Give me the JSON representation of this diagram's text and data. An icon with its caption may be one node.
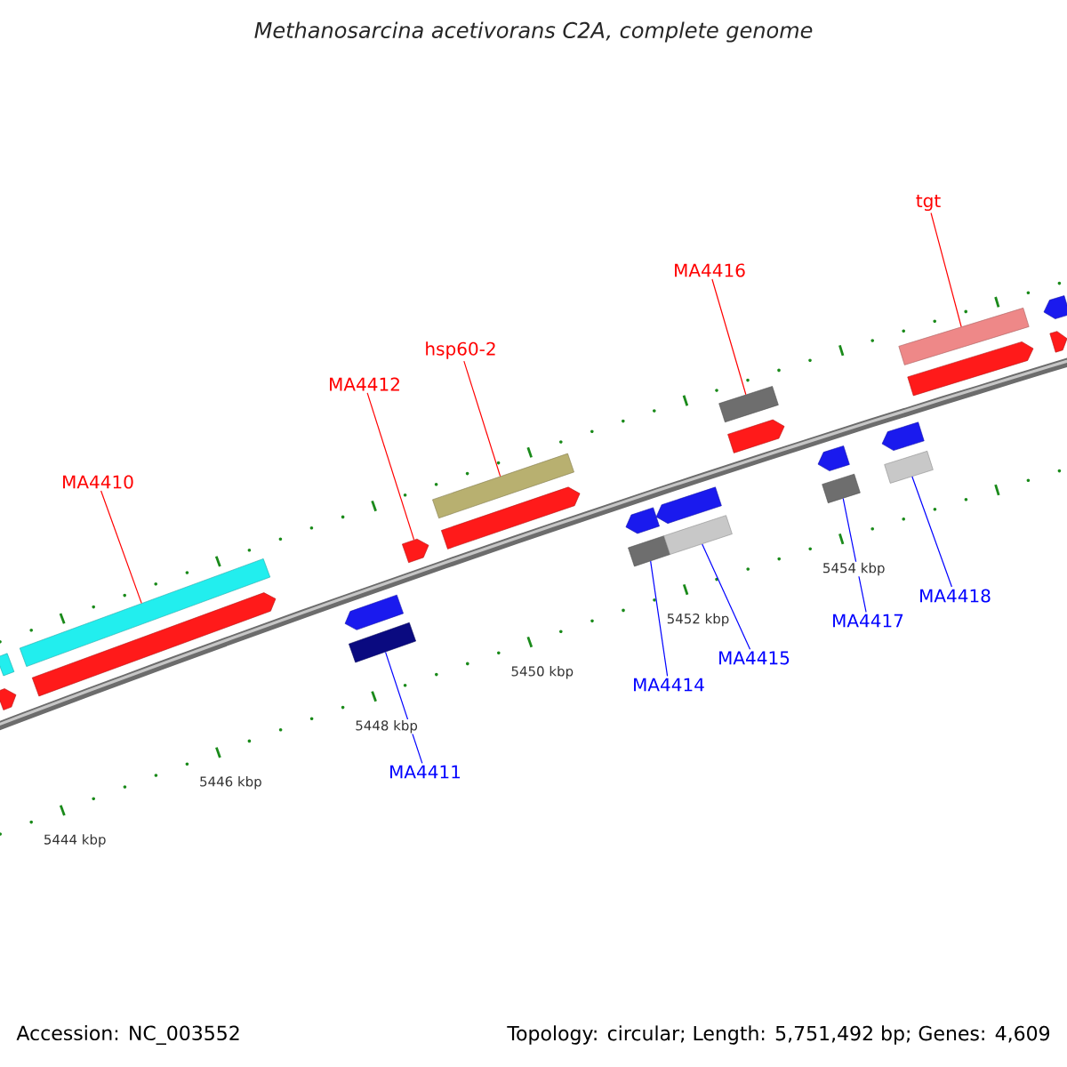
{
  "diagram": {
    "title": "Methanosarcina acetivorans C2A, complete genome",
    "nodes": [
      {
        "text": [
          "MA4410"
        ]
      },
      {
        "text": [
          "MA4412"
        ]
      },
      {
        "text": [
          "hsp60-2"
        ]
      },
      {
        "text": [
          "MA4416"
        ]
      },
      {
        "text": [
          "tgt"
        ]
      },
      {
        "text": [
          "MA4411"
        ]
      },
      {
        "text": [
          "MA4414"
        ]
      },
      {
        "text": [
          "MA4415"
        ]
      },
      {
        "text": [
          "MA4417"
        ]
      },
      {
        "text": [
          "MA4418"
        ]
      },
      {
        "text": [],
        "shape": "pentagon"
      },
      {
        "text": [],
        "shape": "bar"
      },
      {
        "text": [],
        "shape": "bar"
      },
      {
        "text": [],
        "shape": "pentagon"
      },
      {
        "text": [],
        "shape": "pentagon"
      },
      {
        "text": [],
        "shape": "bar"
      },
      {
        "text": [],
        "shape": "pentagon"
      },
      {
        "text": [],
        "shape": "bar"
      },
      {
        "text": [],
        "shape": "pentagon"
      },
      {
        "text": [],
        "shape": "pentagon"
      },
      {
        "text": [],
        "shape": "bar"
      },
      {
        "text": [],
        "shape": "pentagon"
      },
      {
        "text": [],
        "shape": "bar"
      },
      {
        "text": [],
        "shape": "bar"
      },
      {
        "text": [],
        "shape": "pentagon"
      },
      {
        "text": [],
        "shape": "pentagon"
      },
      {
        "text": [],
        "shape": "bar"
      },
      {
        "text": [],
        "shape": "pentagon"
      },
      {
        "text": [],
        "shape": "bar"
      },
      {
        "text": [],
        "shape": "bar"
      },
      {
        "text": [],
        "shape": "pentagon"
      },
      {
        "text": [],
        "shape": "pentagon"
      },
      {
        "text": [],
        "shape": "pentagon"
      }
    ],
    "edges": [
      {
        "from": 0,
        "to": 12,
        "arrow": "none",
        "color": "#ff0000"
      },
      {
        "from": 1,
        "to": 16,
        "arrow": "none",
        "color": "#ff0000"
      },
      {
        "from": 2,
        "to": 17,
        "arrow": "none",
        "color": "#ff0000"
      },
      {
        "from": 3,
        "to": 23,
        "arrow": "none",
        "color": "#ff0000"
      },
      {
        "from": 4,
        "to": 29,
        "arrow": "none",
        "color": "#ff0000"
      },
      {
        "from": 5,
        "to": 15,
        "arrow": "none",
        "color": "#0000ff"
      },
      {
        "from": 6,
        "to": 20,
        "arrow": "none",
        "color": "#0000ff"
      },
      {
        "from": 7,
        "to": 22,
        "arrow": "none",
        "color": "#0000ff"
      },
      {
        "from": 8,
        "to": 26,
        "arrow": "none",
        "color": "#0000ff"
      },
      {
        "from": 9,
        "to": 28,
        "arrow": "none",
        "color": "#0000ff"
      }
    ],
    "labels": [
      "5444 kbp",
      "5446 kbp",
      "5448 kbp",
      "5450 kbp",
      "5452 kbp",
      "5454 kbp",
      "Accession: NC_003552",
      "Topology: circular; Length: 5,751,492 bp; Genes: 4,609"
    ]
  }
}
